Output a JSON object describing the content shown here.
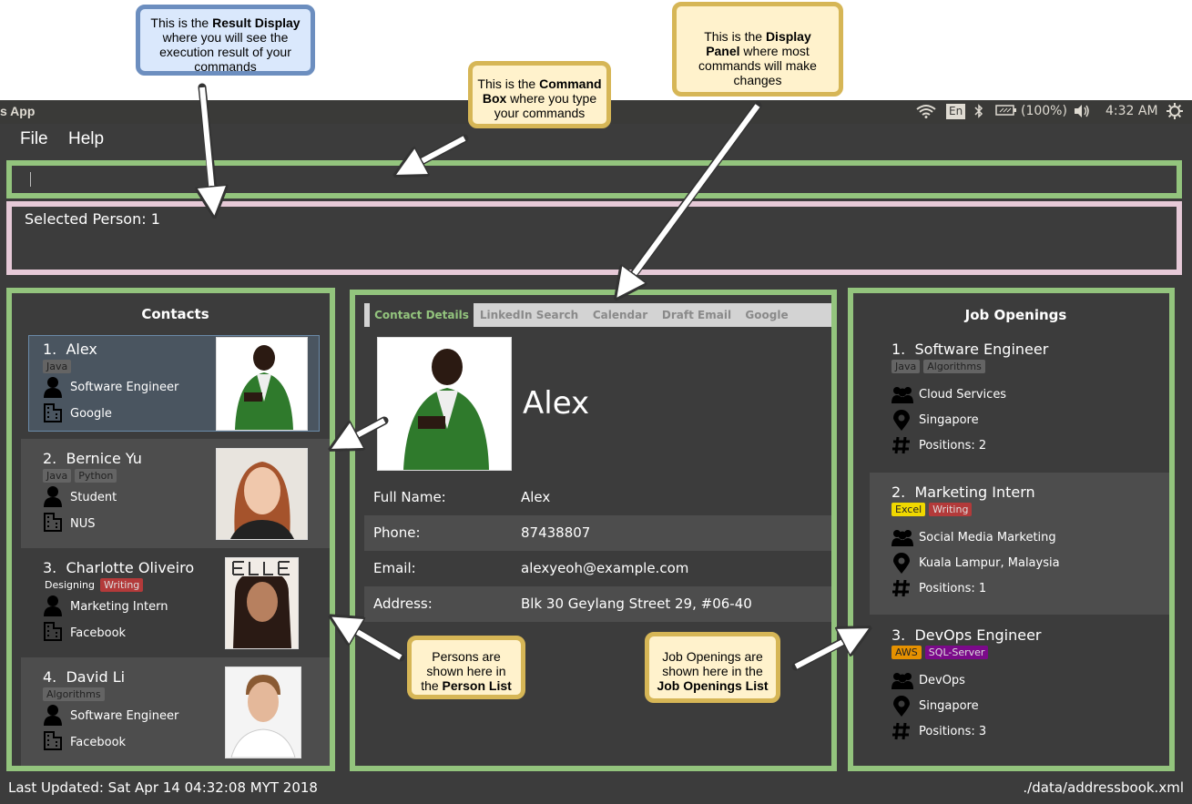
{
  "app": {
    "title": "s App"
  },
  "tray": {
    "lang": "En",
    "battery": "(100%)",
    "time": "4:32 AM"
  },
  "menu": {
    "file": "File",
    "help": "Help"
  },
  "command_box": {
    "value": ""
  },
  "result": {
    "text": "Selected Person: 1"
  },
  "contacts": {
    "header": "Contacts",
    "items": [
      {
        "index": "1.",
        "name": "Alex",
        "tags": [
          "Java"
        ],
        "role": "Software Engineer",
        "company": "Google"
      },
      {
        "index": "2.",
        "name": "Bernice Yu",
        "tags": [
          "Java",
          "Python"
        ],
        "role": "Student",
        "company": "NUS"
      },
      {
        "index": "3.",
        "name": "Charlotte Oliveiro",
        "tags": [
          "Designing",
          "Writing"
        ],
        "role": "Marketing Intern",
        "company": "Facebook"
      },
      {
        "index": "4.",
        "name": "David Li",
        "tags": [
          "Algorithms"
        ],
        "role": "Software Engineer",
        "company": "Facebook"
      }
    ]
  },
  "display": {
    "tabs": [
      "Contact Details",
      "LinkedIn Search",
      "Calendar",
      "Draft Email",
      "Google"
    ],
    "name": "Alex",
    "rows": [
      {
        "label": "Full Name:",
        "value": "Alex"
      },
      {
        "label": "Phone:",
        "value": "87438807"
      },
      {
        "label": "Email:",
        "value": "alexyeoh@example.com"
      },
      {
        "label": "Address:",
        "value": "Blk 30 Geylang Street 29, #06-40"
      }
    ]
  },
  "jobs": {
    "header": "Job Openings",
    "items": [
      {
        "index": "1.",
        "title": "Software Engineer",
        "tags": [
          "Java",
          "Algorithms"
        ],
        "team": "Cloud Services",
        "location": "Singapore",
        "positions": "Positions: 2"
      },
      {
        "index": "2.",
        "title": "Marketing Intern",
        "tags": [
          "Excel",
          "Writing"
        ],
        "team": "Social Media Marketing",
        "location": "Kuala Lampur, Malaysia",
        "positions": "Positions: 1"
      },
      {
        "index": "3.",
        "title": "DevOps Engineer",
        "tags": [
          "AWS",
          "SQL-Server"
        ],
        "team": "DevOps",
        "location": "Singapore",
        "positions": "Positions: 3"
      }
    ]
  },
  "status": {
    "updated": "Last Updated: Sat Apr 14 04:32:08 MYT 2018",
    "path": "./data/addressbook.xml"
  },
  "callouts": {
    "result": {
      "pre": "This is the ",
      "bold": "Result Display",
      "post": " where you will see the execution result of your commands"
    },
    "command": {
      "pre": "This is the ",
      "bold": "Command Box",
      "post": " where you type your commands"
    },
    "display": {
      "pre": "This is the ",
      "bold": "Display Panel",
      "post": " where most commands will make changes"
    },
    "persons": {
      "pre": "Persons are shown here  in the ",
      "bold": "Person List",
      "post": ""
    },
    "jobs": {
      "pre": "Job Openings are shown here  in the ",
      "bold": "Job Openings List",
      "post": ""
    }
  },
  "colors": {
    "frame_green": "#93c47d",
    "result_pink": "#e6c9d7",
    "tag_yellow": "#f0d800",
    "tag_red": "#b33a3a",
    "tag_orange": "#e69100",
    "tag_purple": "#7b0a8a"
  }
}
